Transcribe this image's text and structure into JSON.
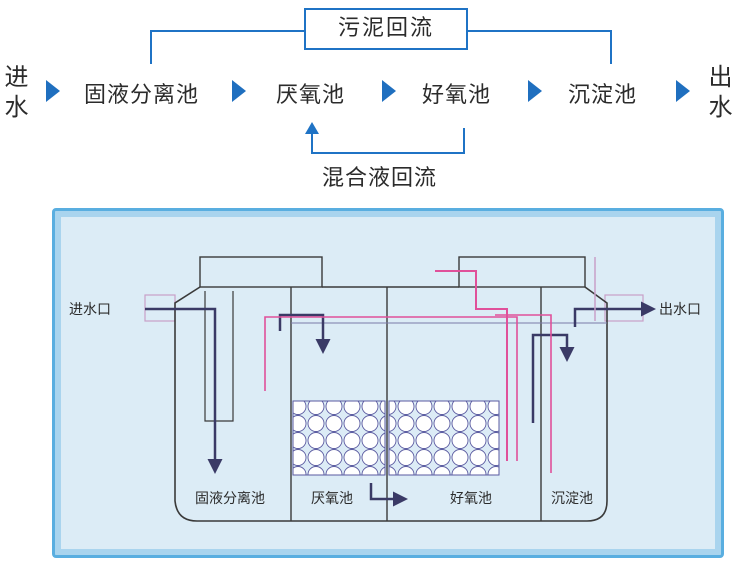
{
  "flow": {
    "inlet": [
      "进",
      "水"
    ],
    "stages": [
      "固液分离池",
      "厌氧池",
      "好氧池",
      "沉淀池"
    ],
    "outlet": [
      "出",
      "水"
    ],
    "sludge_return": "污泥回流",
    "mixed_return": "混合液回流"
  },
  "tank": {
    "inlet_label": "进水口",
    "outlet_label": "出水口",
    "chambers": [
      "固液分离池",
      "厌氧池",
      "好氧池",
      "沉淀池"
    ]
  },
  "colors": {
    "flow_blue": "#1f6fbf",
    "water_line": "#3a3a66",
    "air_line": "#e0509a",
    "panel_bg": "#dcecf6",
    "panel_border": "#59aee0"
  }
}
